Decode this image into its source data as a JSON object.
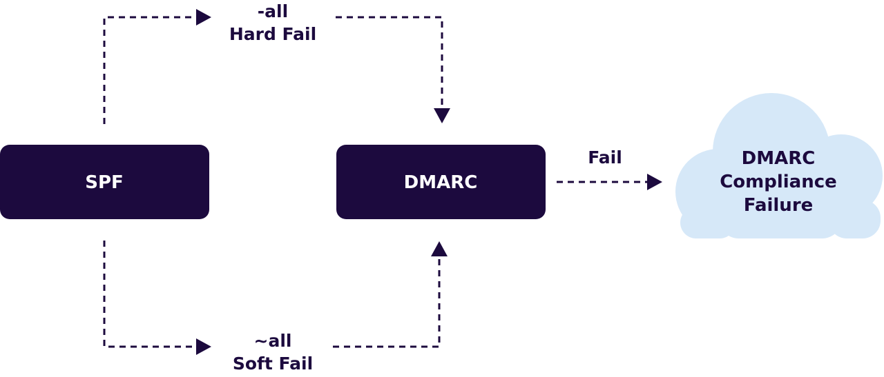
{
  "colors": {
    "node_fill": "#1c0a3e",
    "node_text": "#ffffff",
    "line": "#1c0a3e",
    "cloud_fill": "#d6e8f8",
    "cloud_text": "#1c0a3e",
    "background": "#ffffff"
  },
  "nodes": {
    "spf": {
      "label": "SPF"
    },
    "dmarc": {
      "label": "DMARC"
    },
    "failure": {
      "label_lines": [
        "DMARC",
        "Compliance",
        "Failure"
      ]
    }
  },
  "edges": {
    "hard_fail": {
      "label_lines": [
        "-all",
        "Hard Fail"
      ]
    },
    "soft_fail": {
      "label_lines": [
        "~all",
        "Soft Fail"
      ]
    },
    "fail": {
      "label": "Fail"
    }
  }
}
